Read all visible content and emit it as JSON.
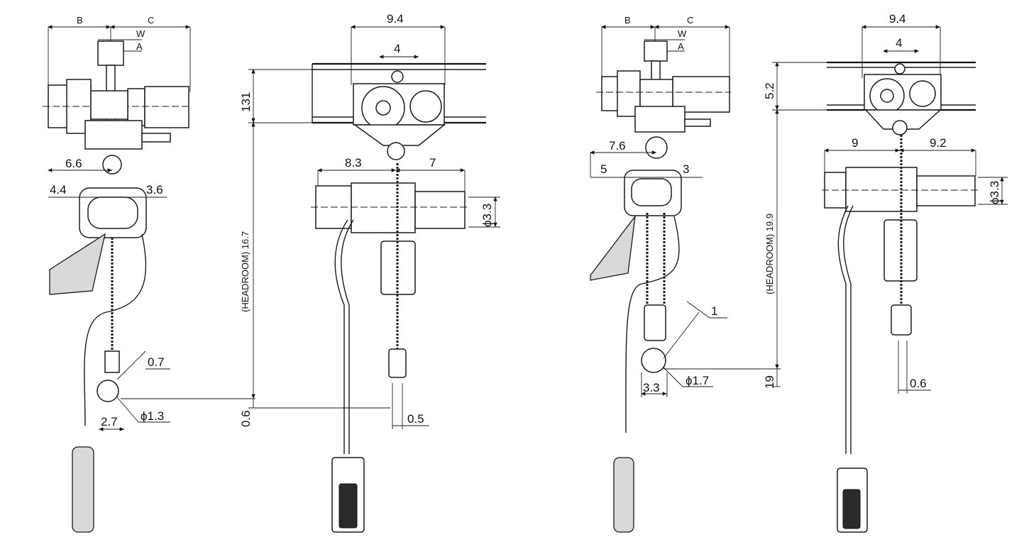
{
  "views": [
    {
      "id": "view-1-side",
      "labels": {
        "b": "B",
        "c": "C",
        "w": "W",
        "a": "A"
      },
      "dims": {
        "d1": "6.6",
        "d2": "4.4",
        "d3": "3.6",
        "d4": "0.7",
        "d5": "2.7",
        "d6": "ϕ1.3"
      }
    },
    {
      "id": "view-2-front",
      "dims": {
        "top": "9.4",
        "inner": "4",
        "left": "8.3",
        "right": "7",
        "height": "131",
        "headroom": "(HEADROOM) 16.7",
        "bottom": "0.6",
        "dia": "ϕ3.3",
        "chain": "0.5"
      }
    },
    {
      "id": "view-3-side",
      "labels": {
        "b": "B",
        "c": "C",
        "w": "W",
        "a": "A"
      },
      "dims": {
        "d1": "7.6",
        "d2": "5",
        "d3": "3",
        "d4": "1",
        "d5": "3.3",
        "d6": "ϕ1.7"
      }
    },
    {
      "id": "view-4-front",
      "dims": {
        "top": "9.4",
        "inner": "4",
        "left": "9",
        "right": "9.2",
        "height": "5.2",
        "headroom": "(HEADROOM) 19.9",
        "bottom": "19",
        "dia": "ϕ3.3",
        "chain": "0.6"
      }
    }
  ]
}
